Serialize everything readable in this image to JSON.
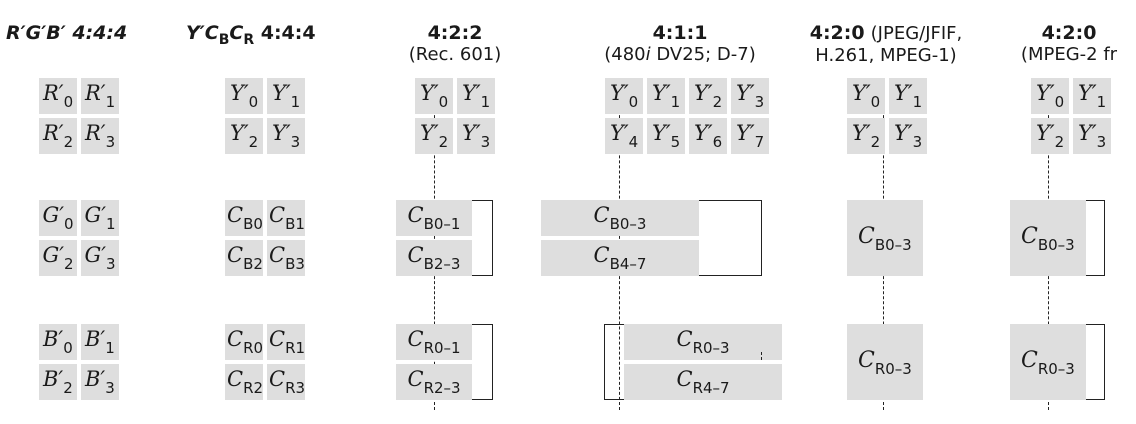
{
  "columns": [
    {
      "id": "rgb444",
      "title_main": "R′G′B′ 4:4:4",
      "title_sub": ""
    },
    {
      "id": "ycbcr444",
      "title_main": "Y′CBCR 4:4:4",
      "title_sub": ""
    },
    {
      "id": "s422",
      "title_main": "4:2:2",
      "title_sub": "(Rec. 601)"
    },
    {
      "id": "s411",
      "title_main": "4:1:1",
      "title_sub": "(480i DV25; D-7)"
    },
    {
      "id": "s420jpeg",
      "title_main": "4:2:0",
      "title_paren": "(JPEG/JFIF,",
      "title_sub": "H.261, MPEG-1)"
    },
    {
      "id": "s420mpeg2",
      "title_main": "4:2:0",
      "title_sub": "(MPEG-2 fr"
    }
  ],
  "labels": {
    "rgb_r": [
      [
        "R′",
        "0"
      ],
      [
        "R′",
        "1"
      ],
      [
        "R′",
        "2"
      ],
      [
        "R′",
        "3"
      ]
    ],
    "rgb_g": [
      [
        "G′",
        "0"
      ],
      [
        "G′",
        "1"
      ],
      [
        "G′",
        "2"
      ],
      [
        "G′",
        "3"
      ]
    ],
    "rgb_b": [
      [
        "B′",
        "0"
      ],
      [
        "B′",
        "1"
      ],
      [
        "B′",
        "2"
      ],
      [
        "B′",
        "3"
      ]
    ],
    "y4": [
      [
        "Y′",
        "0"
      ],
      [
        "Y′",
        "1"
      ],
      [
        "Y′",
        "2"
      ],
      [
        "Y′",
        "3"
      ]
    ],
    "y8": [
      [
        "Y′",
        "0"
      ],
      [
        "Y′",
        "1"
      ],
      [
        "Y′",
        "2"
      ],
      [
        "Y′",
        "3"
      ],
      [
        "Y′",
        "4"
      ],
      [
        "Y′",
        "5"
      ],
      [
        "Y′",
        "6"
      ],
      [
        "Y′",
        "7"
      ]
    ],
    "cb4": [
      [
        "C",
        "B0"
      ],
      [
        "C",
        "B1"
      ],
      [
        "C",
        "B2"
      ],
      [
        "C",
        "B3"
      ]
    ],
    "cr4": [
      [
        "C",
        "R0"
      ],
      [
        "C",
        "R1"
      ],
      [
        "C",
        "R2"
      ],
      [
        "C",
        "R3"
      ]
    ],
    "cb_pair": [
      [
        "C",
        "B0–1"
      ],
      [
        "C",
        "B2–3"
      ]
    ],
    "cr_pair": [
      [
        "C",
        "R0–1"
      ],
      [
        "C",
        "R2–3"
      ]
    ],
    "cb_411": [
      [
        "C",
        "B0–3"
      ],
      [
        "C",
        "B4–7"
      ]
    ],
    "cr_411": [
      [
        "C",
        "R0–3"
      ],
      [
        "C",
        "R4–7"
      ]
    ],
    "cb_420": [
      "C",
      "B0–3"
    ],
    "cr_420": [
      "C",
      "R0–3"
    ]
  },
  "colors": {
    "cell": "#dedede",
    "ink": "#1a1a1a"
  }
}
